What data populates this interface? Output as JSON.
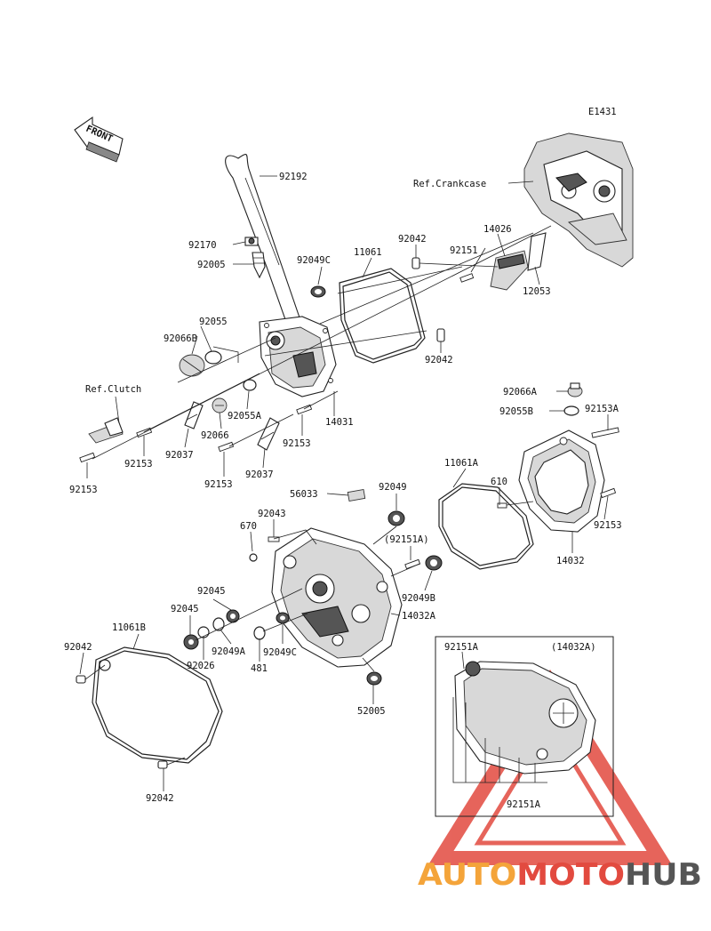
{
  "diagram": {
    "code": "E1431",
    "front_label": "FRONT",
    "inset_title": "(14032A)",
    "colors": {
      "line": "#222222",
      "watermark_red": "#e24a3f",
      "watermark_orange": "#f4a43a",
      "watermark_gray": "#555555"
    },
    "refs": [
      {
        "id": "ref-crankcase",
        "text": "Ref.Crankcase"
      },
      {
        "id": "ref-clutch",
        "text": "Ref.Clutch"
      }
    ],
    "parts": [
      {
        "id": "p92192",
        "label": "92192"
      },
      {
        "id": "p92170",
        "label": "92170"
      },
      {
        "id": "p92005",
        "label": "92005"
      },
      {
        "id": "p92049c_top",
        "label": "92049C"
      },
      {
        "id": "p11061",
        "label": "11061"
      },
      {
        "id": "p92042_a",
        "label": "92042"
      },
      {
        "id": "p92055",
        "label": "92055"
      },
      {
        "id": "p92066b",
        "label": "92066B"
      },
      {
        "id": "p92042_b",
        "label": "92042"
      },
      {
        "id": "p14026",
        "label": "14026"
      },
      {
        "id": "p92151",
        "label": "92151"
      },
      {
        "id": "p12053",
        "label": "12053"
      },
      {
        "id": "p92055a",
        "label": "92055A"
      },
      {
        "id": "p14031",
        "label": "14031"
      },
      {
        "id": "p92066",
        "label": "92066"
      },
      {
        "id": "p92153_a",
        "label": "92153"
      },
      {
        "id": "p92153_b",
        "label": "92153"
      },
      {
        "id": "p92037_a",
        "label": "92037"
      },
      {
        "id": "p92037_b",
        "label": "92037"
      },
      {
        "id": "p92153_c",
        "label": "92153"
      },
      {
        "id": "p92153_d",
        "label": "92153"
      },
      {
        "id": "p92066a",
        "label": "92066A"
      },
      {
        "id": "p92055b",
        "label": "92055B"
      },
      {
        "id": "p92153a",
        "label": "92153A"
      },
      {
        "id": "p11061a",
        "label": "11061A"
      },
      {
        "id": "p610",
        "label": "610"
      },
      {
        "id": "p92153_e",
        "label": "92153"
      },
      {
        "id": "p14032",
        "label": "14032"
      },
      {
        "id": "p56033",
        "label": "56033"
      },
      {
        "id": "p92049",
        "label": "92049"
      },
      {
        "id": "p92043",
        "label": "92043"
      },
      {
        "id": "p670",
        "label": "670"
      },
      {
        "id": "p92151a_paren",
        "label": "(92151A)"
      },
      {
        "id": "p92049b",
        "label": "92049B"
      },
      {
        "id": "p14032a",
        "label": "14032A"
      },
      {
        "id": "p92045_a",
        "label": "92045"
      },
      {
        "id": "p92045_b",
        "label": "92045"
      },
      {
        "id": "p11061b",
        "label": "11061B"
      },
      {
        "id": "p92042_c",
        "label": "92042"
      },
      {
        "id": "p92026",
        "label": "92026"
      },
      {
        "id": "p92049a",
        "label": "92049A"
      },
      {
        "id": "p481",
        "label": "481"
      },
      {
        "id": "p92049c_bot",
        "label": "92049C"
      },
      {
        "id": "p52005",
        "label": "52005"
      },
      {
        "id": "p92042_d",
        "label": "92042"
      },
      {
        "id": "p92151a_inset_top",
        "label": "92151A"
      },
      {
        "id": "p92151a_inset_bot",
        "label": "92151A"
      }
    ],
    "watermark": {
      "part1": "AUTO",
      "part2": "MOTO",
      "part3": "HUB"
    }
  }
}
